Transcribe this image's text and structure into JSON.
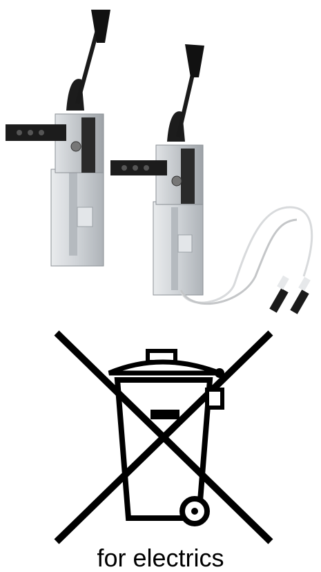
{
  "product": {
    "description_icon": "toggle-clamp-pair-icon",
    "variants": [
      "manual-clamp",
      "manual-clamp-with-sensor-cable"
    ]
  },
  "weee": {
    "icon": "crossed-out-wheelie-bin-icon",
    "caption": "for electrics"
  },
  "colors": {
    "background": "#ffffff",
    "symbol": "#000000",
    "aluminium": "#c9ccd0",
    "handle": "#1a1a1a"
  }
}
